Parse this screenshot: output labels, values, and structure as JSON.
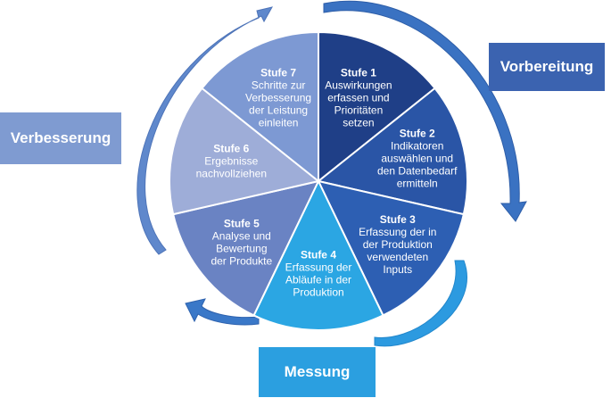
{
  "phases": {
    "vorbereitung": "Vorbereitung",
    "verbesserung": "Verbesserung",
    "messung": "Messung"
  },
  "colors": {
    "stufe1": "#1f3f87",
    "stufe2": "#2a55a6",
    "stufe3": "#2d5fb3",
    "stufe4": "#2ba6e3",
    "stufe5": "#6a83c3",
    "stufe6": "#9eadd8",
    "stufe7": "#7d99d3",
    "arrow": "#3b78c4",
    "vorbereitung_box": "#3b63b0",
    "verbesserung_box": "#7f9bd1",
    "messung_box": "#2b9fe0"
  },
  "stages": [
    {
      "title": "Stufe 1",
      "lines": [
        "Auswirkungen",
        "erfassen und",
        "Prioritäten",
        "setzen"
      ]
    },
    {
      "title": "Stufe 2",
      "lines": [
        "Indikatoren",
        "auswählen und",
        "den Datenbedarf",
        "ermitteln"
      ]
    },
    {
      "title": "Stufe 3",
      "lines": [
        "Erfassung der in",
        "der Produktion",
        "verwendeten",
        "Inputs"
      ]
    },
    {
      "title": "Stufe 4",
      "lines": [
        "Erfassung der",
        "Abläufe in der",
        "Produktion"
      ]
    },
    {
      "title": "Stufe 5",
      "lines": [
        "Analyse und",
        "Bewertung",
        "der Produkte"
      ]
    },
    {
      "title": "Stufe 6",
      "lines": [
        "Ergebnisse",
        "nachvollziehen"
      ]
    },
    {
      "title": "Stufe 7",
      "lines": [
        "Schritte zur",
        "Verbesserung",
        "der Leistung",
        "einleiten"
      ]
    }
  ]
}
